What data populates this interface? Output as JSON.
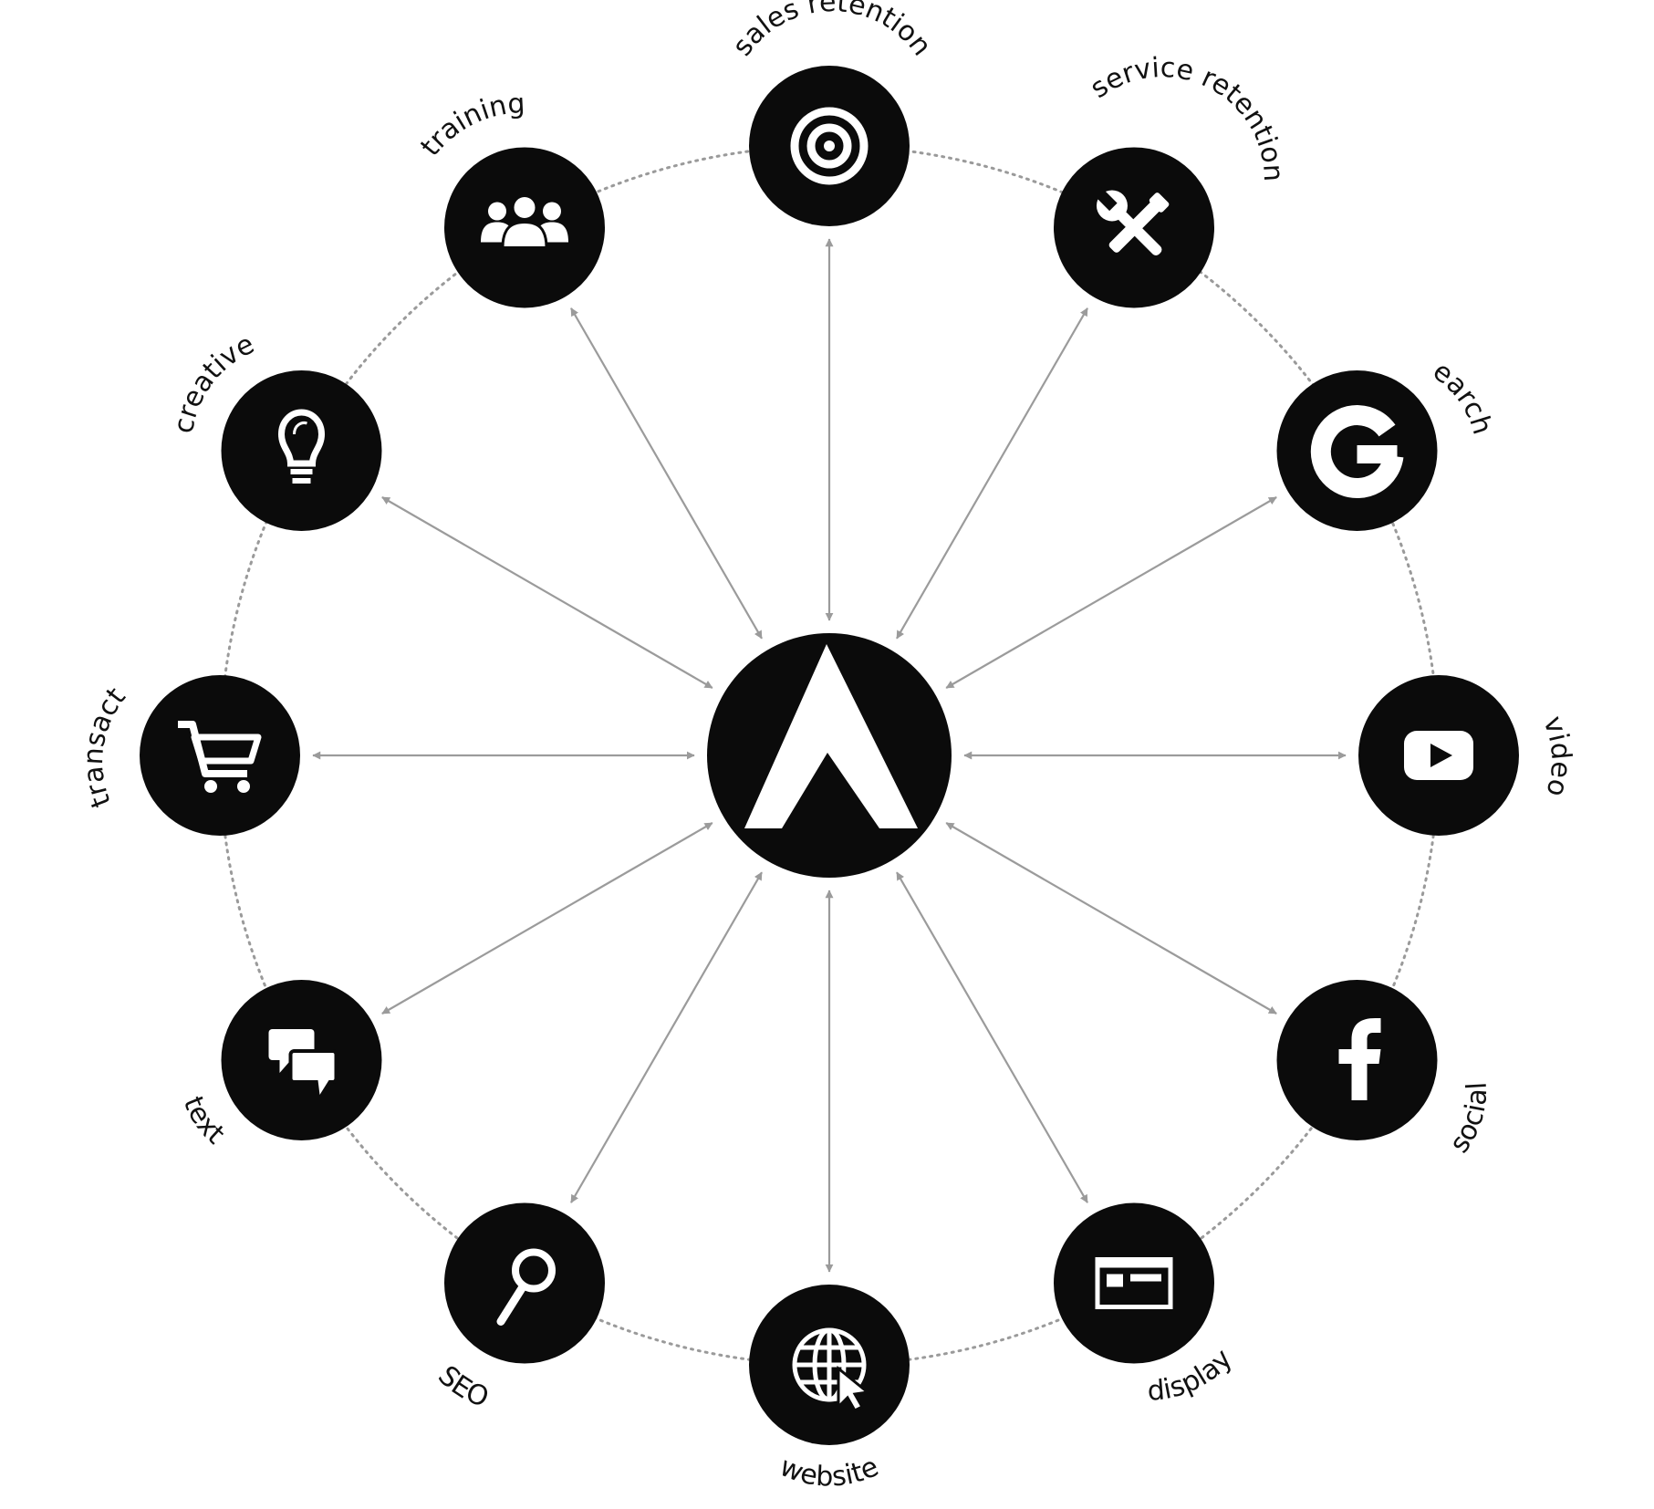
{
  "diagram": {
    "hub": {
      "icon": "logo-a-icon"
    },
    "nodes": [
      {
        "id": "sales-retention",
        "label": "sales retention",
        "icon": "target-icon"
      },
      {
        "id": "service-retention",
        "label": "service retention",
        "icon": "tools-icon"
      },
      {
        "id": "search",
        "label": "search",
        "icon": "google-icon"
      },
      {
        "id": "video",
        "label": "video",
        "icon": "youtube-play-icon"
      },
      {
        "id": "social",
        "label": "social",
        "icon": "facebook-icon"
      },
      {
        "id": "display",
        "label": "display",
        "icon": "display-ad-icon"
      },
      {
        "id": "website",
        "label": "website",
        "icon": "globe-cursor-icon"
      },
      {
        "id": "seo",
        "label": "SEO",
        "icon": "magnifier-icon"
      },
      {
        "id": "text",
        "label": "text",
        "icon": "chat-bubbles-icon"
      },
      {
        "id": "transact",
        "label": "transact",
        "icon": "cart-icon"
      },
      {
        "id": "creative",
        "label": "creative",
        "icon": "lightbulb-icon"
      },
      {
        "id": "training",
        "label": "training",
        "icon": "people-icon"
      }
    ],
    "colors": {
      "node": "#0b0b0b",
      "icon": "#ffffff",
      "connector": "#9b9b9b",
      "ring": "#9a9a9a",
      "label": "#111111"
    }
  }
}
